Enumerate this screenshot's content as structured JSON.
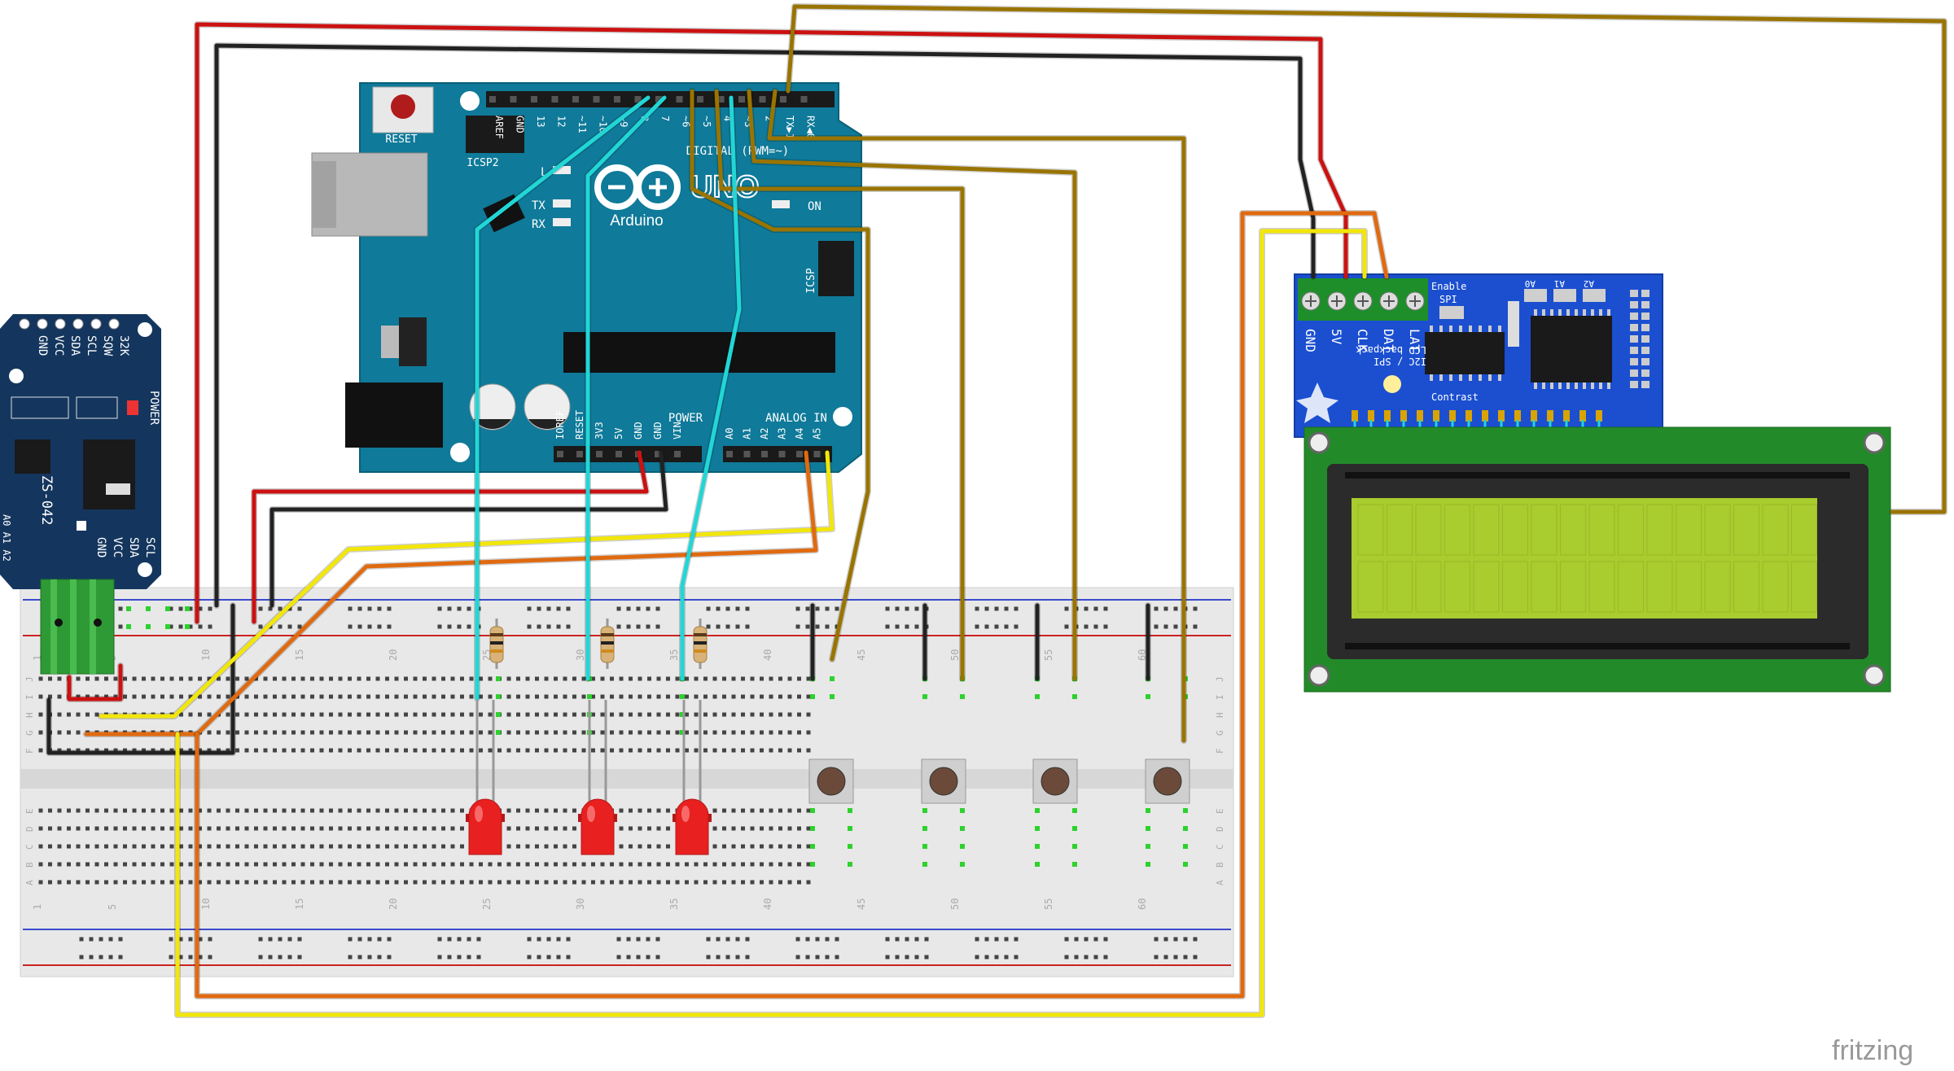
{
  "app": {
    "watermark": "fritzing"
  },
  "arduino": {
    "reset_label": "RESET",
    "icsp2_label": "ICSP2",
    "icsp_label": "ICSP",
    "tx_label": "TX",
    "rx_label": "RX",
    "l_label": "L",
    "on_label": "ON",
    "brand": "Arduino",
    "uno_label": "UNO",
    "digital_label": "DIGITAL (PWM=~)",
    "power_label": "POWER",
    "analog_label": "ANALOG IN",
    "top_pins": [
      "AREF",
      "GND",
      "13",
      "12",
      "~11",
      "~10",
      "~9",
      "8",
      "7",
      "~6",
      "~5",
      "4",
      "~3",
      "2",
      "TX▶1",
      "RX◀0"
    ],
    "bottom_pins": [
      "IOREF",
      "RESET",
      "3V3",
      "5V",
      "GND",
      "GND",
      "VIN",
      "A0",
      "A1",
      "A2",
      "A3",
      "A4",
      "A5"
    ]
  },
  "rtc": {
    "model": "ZS-042",
    "top_pins": [
      "32K",
      "SQW",
      "SCL",
      "SDA",
      "VCC",
      "GND"
    ],
    "right_pins": [
      "SCL",
      "SDA",
      "VCC",
      "GND"
    ],
    "address_pins": "A0 A1 A2",
    "power_label": "POWER"
  },
  "backpack": {
    "pins": [
      "GND",
      "5V",
      "CLK",
      "DAT",
      "LAT"
    ],
    "enable_label": "Enable",
    "spi_label": "SPI",
    "addr_labels": [
      "A0",
      "A1",
      "A2"
    ],
    "title_line1": "LCD backpack",
    "title_line2": "I2C / SPI",
    "contrast_label": "Contrast"
  },
  "breadboard": {
    "column_numbers": [
      "1",
      "5",
      "10",
      "15",
      "20",
      "25",
      "30",
      "35",
      "40",
      "45",
      "50",
      "55",
      "60"
    ],
    "row_letters_top": [
      "J",
      "I",
      "H",
      "G",
      "F"
    ],
    "row_letters_bottom": [
      "E",
      "D",
      "C",
      "B",
      "A"
    ]
  },
  "colors": {
    "red_wire": "#cc1111",
    "black_wire": "#222222",
    "cyan_wire": "#22d6d6",
    "olive_wire": "#9a7400",
    "orange_wire": "#e06a10",
    "yellow_wire": "#f2e60a",
    "arduino_board": "#0f7a99",
    "backpack_board": "#1b4fd0",
    "lcd_pcb": "#238a2a",
    "lcd_screen": "#a9cc2e",
    "rtc_board": "#14365e"
  }
}
